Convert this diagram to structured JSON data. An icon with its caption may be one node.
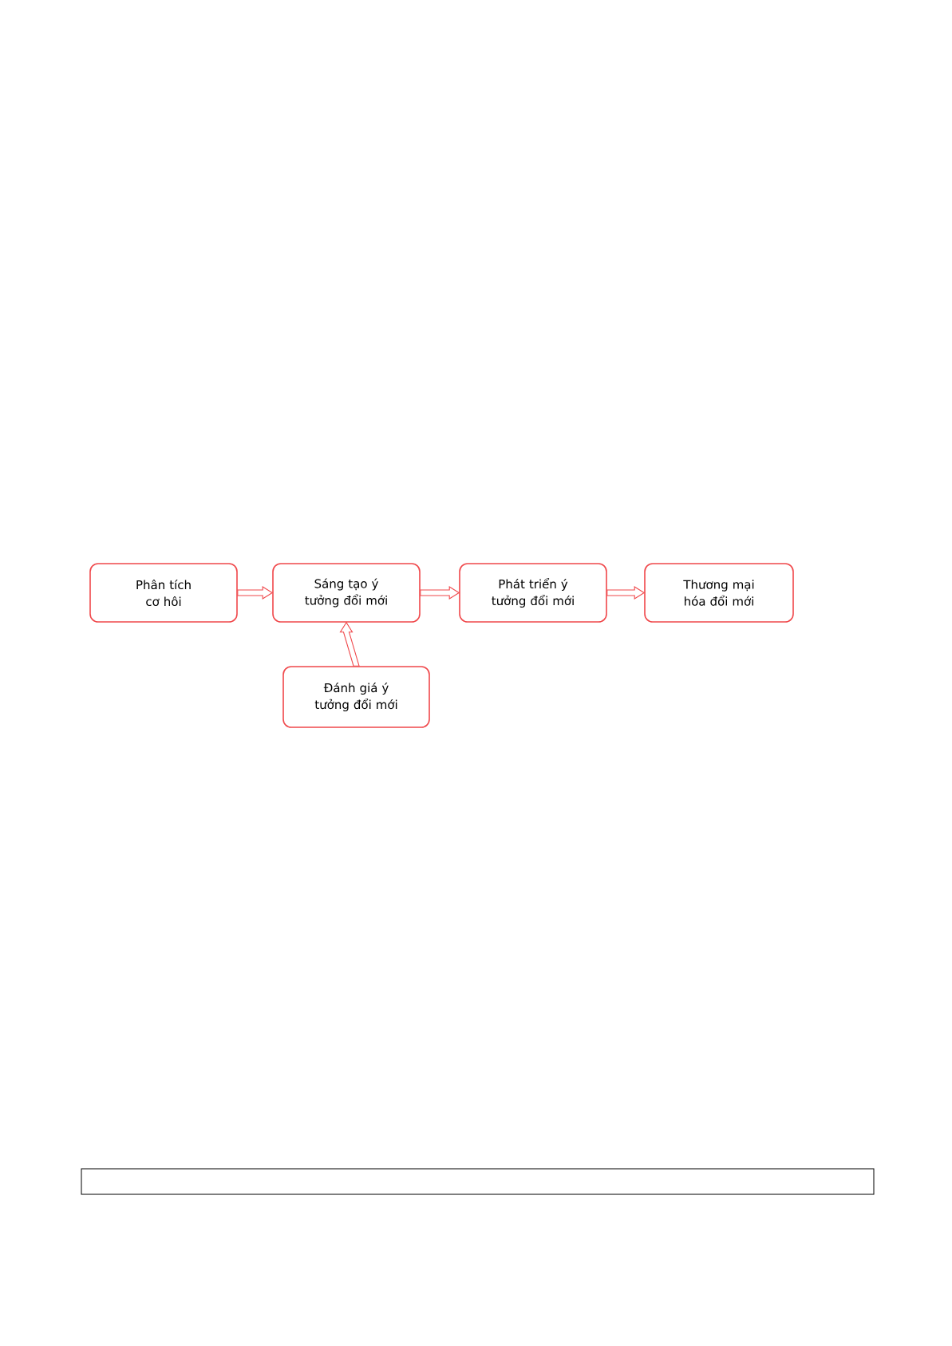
{
  "diagram": {
    "nodes": [
      {
        "text": [
          "Phân tích cơ hôi"
        ]
      },
      {
        "text": [
          "Sáng tạo ý tưởng đổi mới"
        ]
      },
      {
        "text": [
          "Phát triển ý tưởng đổi mới"
        ]
      },
      {
        "text": [
          "Thương mại hóa đổi mới"
        ]
      },
      {
        "text": [
          "Đánh giá ý tưởng đổi mới"
        ]
      }
    ],
    "edges": [
      {
        "from": 0,
        "to": 1,
        "arrow": "to"
      },
      {
        "from": 1,
        "to": 2,
        "arrow": "to"
      },
      {
        "from": 2,
        "to": 3,
        "arrow": "to"
      },
      {
        "from": 4,
        "to": 1,
        "arrow": "to"
      }
    ]
  }
}
